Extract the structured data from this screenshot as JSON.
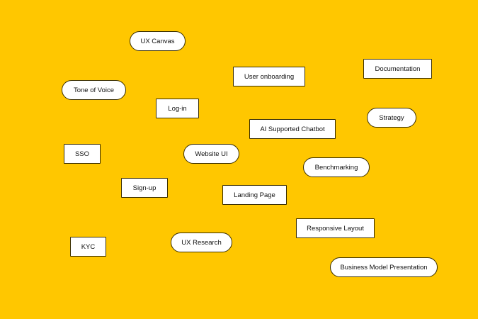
{
  "colors": {
    "background": "#FFC700",
    "tag_fill": "#FFFFFF",
    "tag_border": "#3A2E00"
  },
  "tags": [
    {
      "label": "UX Canvas",
      "shape": "pill"
    },
    {
      "label": "User onboarding",
      "shape": "rect"
    },
    {
      "label": "Documentation",
      "shape": "rect"
    },
    {
      "label": "Tone of Voice",
      "shape": "pill"
    },
    {
      "label": "Log-in",
      "shape": "rect"
    },
    {
      "label": "Strategy",
      "shape": "pill"
    },
    {
      "label": "AI Supported Chatbot",
      "shape": "rect"
    },
    {
      "label": "SSO",
      "shape": "rect"
    },
    {
      "label": "Website UI",
      "shape": "pill"
    },
    {
      "label": "Benchmarking",
      "shape": "pill"
    },
    {
      "label": "Sign-up",
      "shape": "rect"
    },
    {
      "label": "Landing Page",
      "shape": "rect"
    },
    {
      "label": "Responsive Layout",
      "shape": "rect"
    },
    {
      "label": "KYC",
      "shape": "rect"
    },
    {
      "label": "UX Research",
      "shape": "pill"
    },
    {
      "label": "Business Model Presentation",
      "shape": "pill"
    }
  ]
}
